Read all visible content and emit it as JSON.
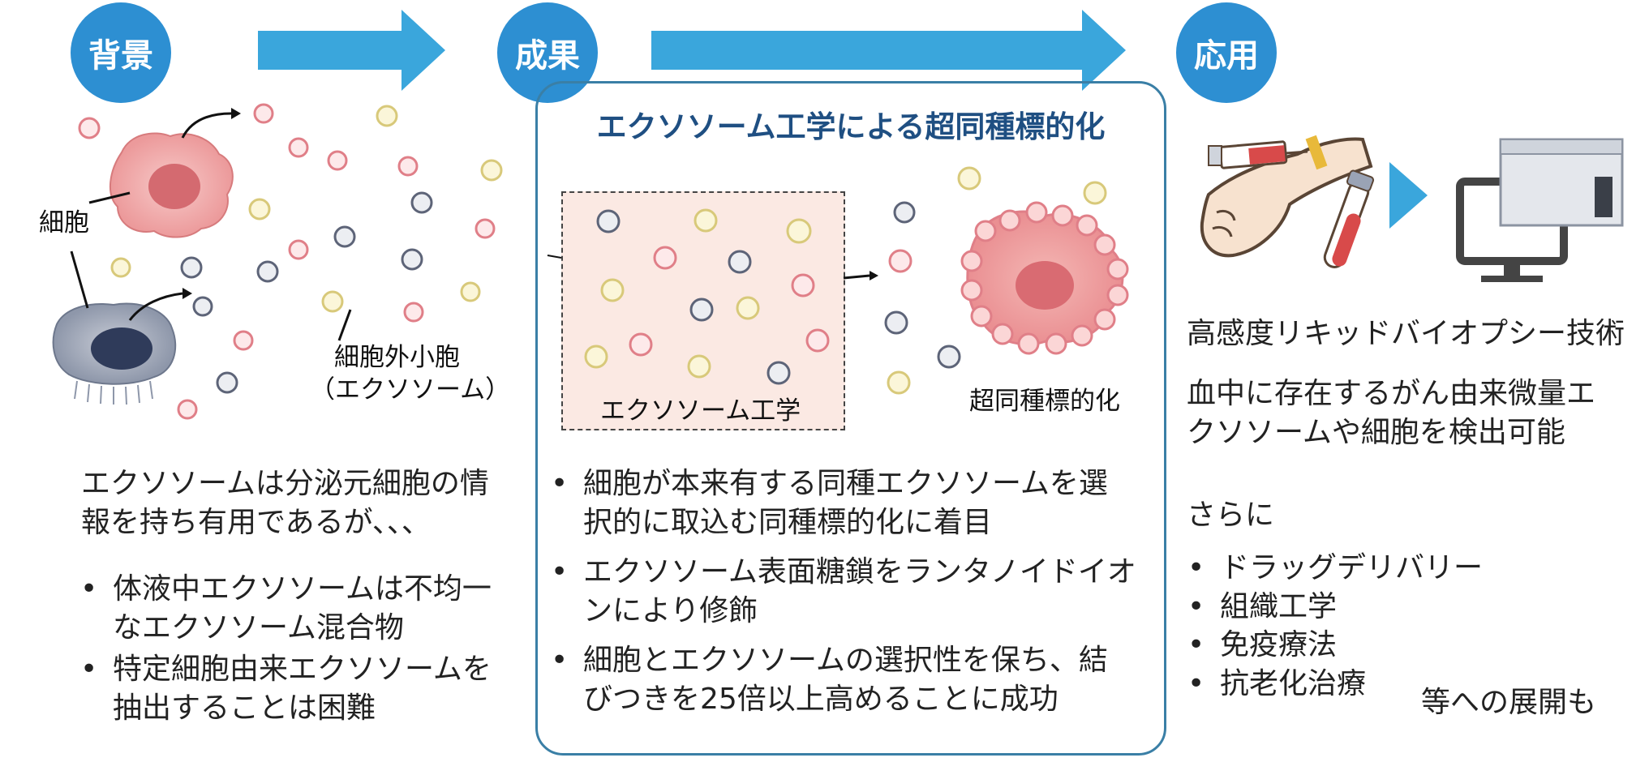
{
  "badges": {
    "background": "背景",
    "result": "成果",
    "application": "応用"
  },
  "colors": {
    "accent": "#2d8fd2",
    "arrow": "#3aa6dc",
    "box_border": "#3a7fa6",
    "title": "#1f4f82",
    "engineering_bg": "#fbe9e3"
  },
  "background": {
    "cell_label": "細胞",
    "exosome_label_line1": "細胞外小胞",
    "exosome_label_line2": "（エクソソーム）",
    "intro_line1": "エクソソームは分泌元細胞の情",
    "intro_line2": "報を持ち有用であるが、、、",
    "bullets": [
      {
        "line1": "体液中エクソソームは不均一",
        "line2": "なエクソソーム混合物"
      },
      {
        "line1": "特定細胞由来エクソソームを",
        "line2": "抽出することは困難"
      }
    ]
  },
  "result": {
    "title": "エクソソーム工学による超同種標的化",
    "engineering_label": "エクソソーム工学",
    "targeting_label": "超同種標的化",
    "bullets": [
      {
        "line1": "細胞が本来有する同種エクソソームを選",
        "line2": "択的に取込む同種標的化に着目"
      },
      {
        "line1": "エクソソーム表面糖鎖をランタノイドイオ",
        "line2": "ンにより修飾"
      },
      {
        "line1": "細胞とエクソソームの選択性を保ち、結",
        "line2": "びつきを25倍以上高めることに成功"
      }
    ]
  },
  "application": {
    "heading": "高感度リキッドバイオプシー技術",
    "desc_line1": "血中に存在するがん由来微量エ",
    "desc_line2": "クソソームや細胞を検出可能",
    "more": "さらに",
    "items": [
      "ドラッグデリバリー",
      "組織工学",
      "免疫療法",
      "抗老化治療"
    ],
    "tail": "等への展開も"
  }
}
